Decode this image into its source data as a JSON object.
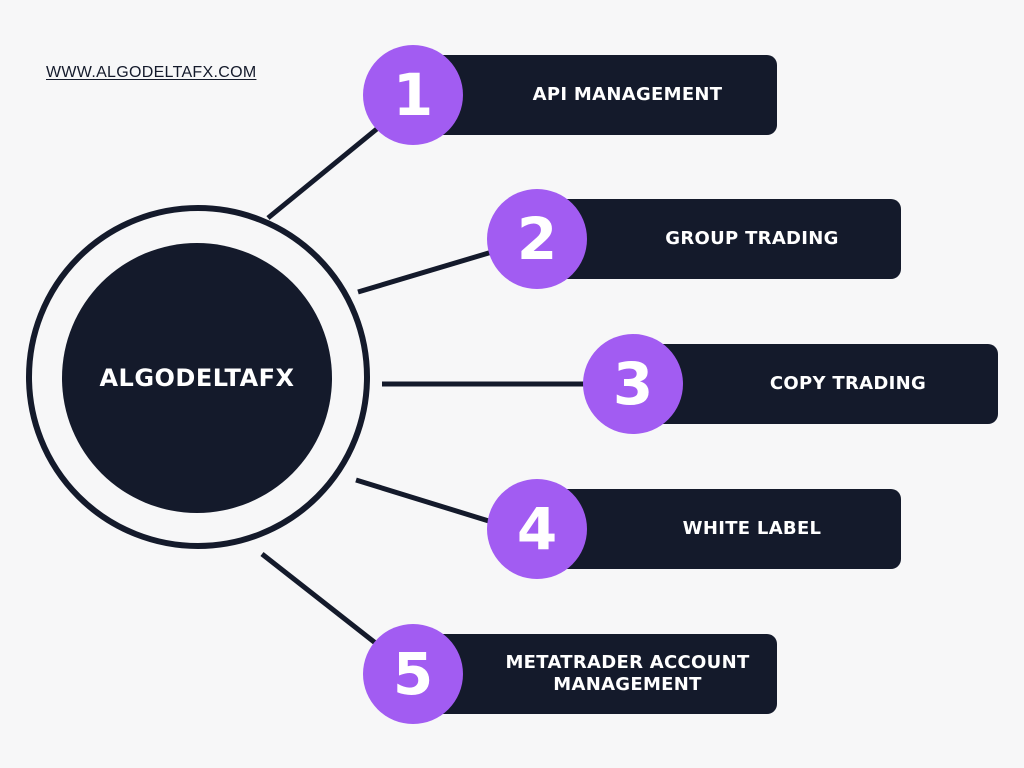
{
  "website": "WWW.ALGODELTAFX.COM",
  "hub": {
    "label": "ALGODELTAFX"
  },
  "colors": {
    "dark": "#141a2b",
    "accent": "#a25cf2",
    "background": "#f7f7f8",
    "text_light": "#ffffff"
  },
  "items": [
    {
      "number": "1",
      "label": "API MANAGEMENT"
    },
    {
      "number": "2",
      "label": "GROUP TRADING"
    },
    {
      "number": "3",
      "label": "COPY TRADING"
    },
    {
      "number": "4",
      "label": "WHITE LABEL"
    },
    {
      "number": "5",
      "label": "METATRADER ACCOUNT MANAGEMENT"
    }
  ]
}
